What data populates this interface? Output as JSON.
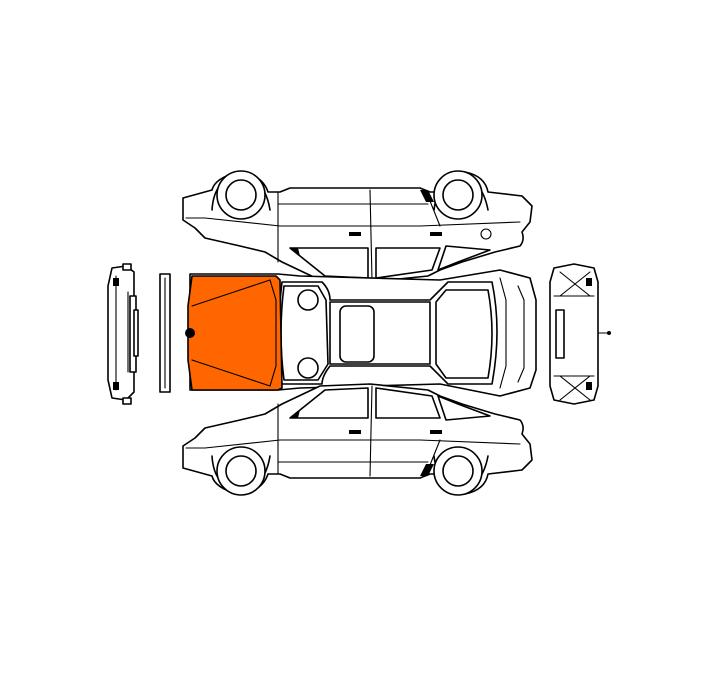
{
  "diagram": {
    "highlight_color": "#ff6600",
    "line_color": "#000000",
    "background_color": "#ffffff",
    "selected_part": "hood",
    "parts": [
      {
        "id": "front-bumper-view",
        "selected": false
      },
      {
        "id": "hood",
        "selected": true
      },
      {
        "id": "roof",
        "selected": false
      },
      {
        "id": "trunk",
        "selected": false
      },
      {
        "id": "rear-view",
        "selected": false
      },
      {
        "id": "left-side",
        "selected": false
      },
      {
        "id": "right-side",
        "selected": false
      }
    ]
  }
}
